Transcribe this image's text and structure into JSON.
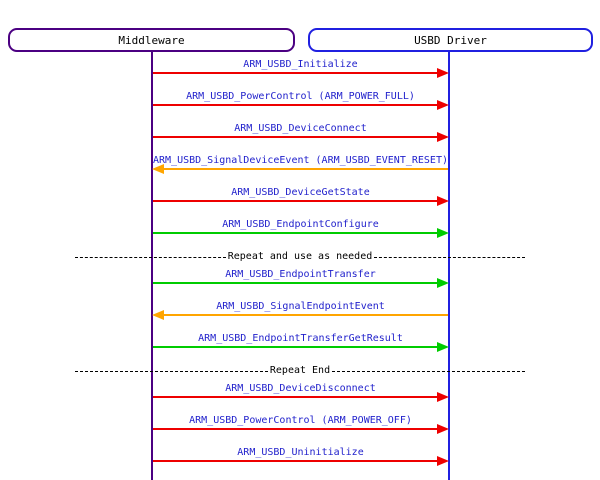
{
  "actors": [
    {
      "label": "Middleware",
      "color": "#4B0082"
    },
    {
      "label": "USBD Driver",
      "color": "#2020E0"
    }
  ],
  "colors": {
    "label_text": "#2222CC",
    "divider_text": "#000000",
    "red": "#EE0000",
    "orange": "#FFA500",
    "green": "#00CC00"
  },
  "rows": [
    {
      "type": "message",
      "label": "ARM_USBD_Initialize",
      "color": "red",
      "direction": "right"
    },
    {
      "type": "message",
      "label": "ARM_USBD_PowerControl (ARM_POWER_FULL)",
      "color": "red",
      "direction": "right"
    },
    {
      "type": "message",
      "label": "ARM_USBD_DeviceConnect",
      "color": "red",
      "direction": "right"
    },
    {
      "type": "message",
      "label": "ARM_USBD_SignalDeviceEvent (ARM_USBD_EVENT_RESET)",
      "color": "orange",
      "direction": "left"
    },
    {
      "type": "message",
      "label": "ARM_USBD_DeviceGetState",
      "color": "red",
      "direction": "right"
    },
    {
      "type": "message",
      "label": "ARM_USBD_EndpointConfigure",
      "color": "green",
      "direction": "right"
    },
    {
      "type": "divider",
      "label": "Repeat and use as needed"
    },
    {
      "type": "message",
      "label": "ARM_USBD_EndpointTransfer",
      "color": "green",
      "direction": "right"
    },
    {
      "type": "message",
      "label": "ARM_USBD_SignalEndpointEvent",
      "color": "orange",
      "direction": "left"
    },
    {
      "type": "message",
      "label": "ARM_USBD_EndpointTransferGetResult",
      "color": "green",
      "direction": "right"
    },
    {
      "type": "divider",
      "label": "Repeat End"
    },
    {
      "type": "message",
      "label": "ARM_USBD_DeviceDisconnect",
      "color": "red",
      "direction": "right"
    },
    {
      "type": "message",
      "label": "ARM_USBD_PowerControl (ARM_POWER_OFF)",
      "color": "red",
      "direction": "right"
    },
    {
      "type": "message",
      "label": "ARM_USBD_Uninitialize",
      "color": "red",
      "direction": "right"
    }
  ]
}
